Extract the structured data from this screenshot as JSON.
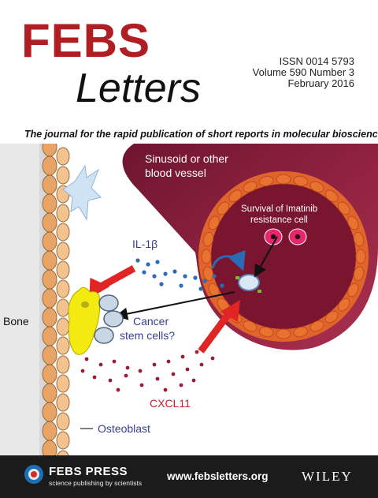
{
  "journal": {
    "name_line1": "FEBS",
    "name_line2": "Letters",
    "issn": "ISSN 0014 5793",
    "volume": "Volume 590 Number 3",
    "date": "February 2016",
    "tagline": "The journal for the rapid publication of short reports in molecular biosciences"
  },
  "figure": {
    "vessel_label_1": "Sinusoid or other",
    "vessel_label_2": "blood vessel",
    "survival_label_1": "Survival of Imatinib",
    "survival_label_2": "resistance cell",
    "il_label": "IL-1β",
    "cancer_label_1": "Cancer",
    "cancer_label_2": "stem cells?",
    "bone_label": "Bone",
    "cxcl_label": "CXCL11",
    "osteoblast_label": "Osteoblast"
  },
  "footer": {
    "press_name": "FEBS PRESS",
    "press_tagline": "science publishing by scientists",
    "website": "www.febsletters.org",
    "publisher": "WILEY"
  },
  "colors": {
    "brand_red": "#b01e24",
    "vessel": "#8c1f3c",
    "arrow_red": "#e02524",
    "label_blue": "#3c3c92",
    "cxcl_red": "#c4202e"
  }
}
